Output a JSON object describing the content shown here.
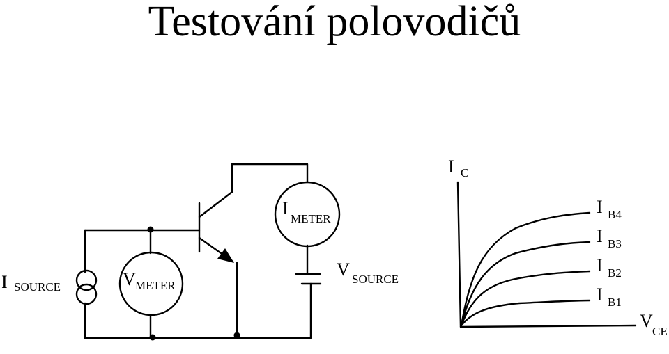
{
  "title": "Testování polovodičů",
  "circuit": {
    "i_source": {
      "main": "I",
      "sub": "SOURCE"
    },
    "v_meter": {
      "main": "V",
      "sub": "METER"
    },
    "i_meter": {
      "main": "I",
      "sub": "METER"
    },
    "v_source": {
      "main": "V",
      "sub": "SOURCE"
    }
  },
  "graph": {
    "y_axis": {
      "main": "I",
      "sub": "C"
    },
    "x_axis": {
      "main": "V",
      "sub": "CE"
    },
    "curves": [
      {
        "main": "I",
        "sub": "B4"
      },
      {
        "main": "I",
        "sub": "B3"
      },
      {
        "main": "I",
        "sub": "B2"
      },
      {
        "main": "I",
        "sub": "B1"
      }
    ]
  }
}
